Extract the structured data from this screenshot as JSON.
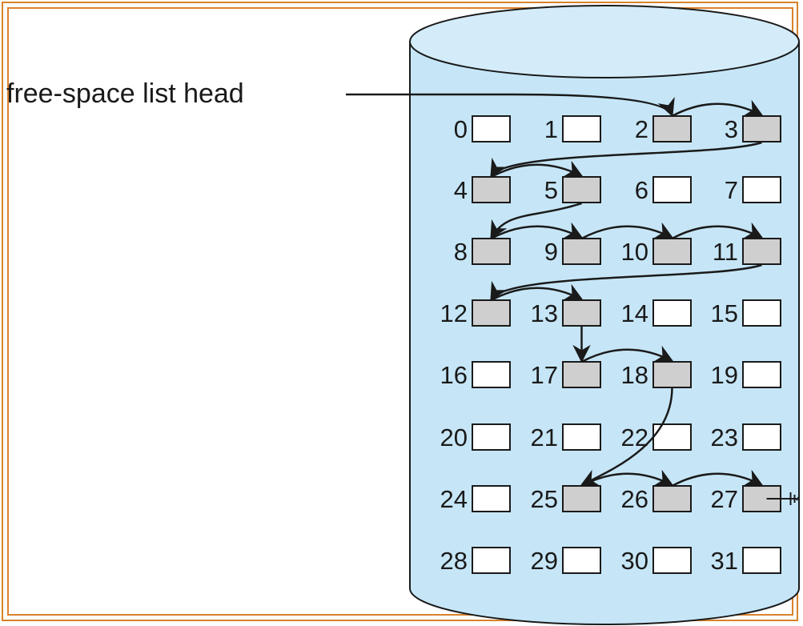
{
  "label": "free-space list head",
  "colors": {
    "border": "#d9822b",
    "cylinder_fill": "#c6e6f7",
    "cylinder_top": "#d4ecf9",
    "stroke": "#1a1a1a",
    "free_block": "#cfcfcf",
    "used_block": "#ffffff"
  },
  "blocks": [
    {
      "num": "0",
      "free": false
    },
    {
      "num": "1",
      "free": false
    },
    {
      "num": "2",
      "free": true
    },
    {
      "num": "3",
      "free": true
    },
    {
      "num": "4",
      "free": true
    },
    {
      "num": "5",
      "free": true
    },
    {
      "num": "6",
      "free": false
    },
    {
      "num": "7",
      "free": false
    },
    {
      "num": "8",
      "free": true
    },
    {
      "num": "9",
      "free": true
    },
    {
      "num": "10",
      "free": true
    },
    {
      "num": "11",
      "free": true
    },
    {
      "num": "12",
      "free": true
    },
    {
      "num": "13",
      "free": true
    },
    {
      "num": "14",
      "free": false
    },
    {
      "num": "15",
      "free": false
    },
    {
      "num": "16",
      "free": false
    },
    {
      "num": "17",
      "free": true
    },
    {
      "num": "18",
      "free": true
    },
    {
      "num": "19",
      "free": false
    },
    {
      "num": "20",
      "free": false
    },
    {
      "num": "21",
      "free": false
    },
    {
      "num": "22",
      "free": false
    },
    {
      "num": "23",
      "free": false
    },
    {
      "num": "24",
      "free": false
    },
    {
      "num": "25",
      "free": true
    },
    {
      "num": "26",
      "free": true
    },
    {
      "num": "27",
      "free": true
    },
    {
      "num": "28",
      "free": false
    },
    {
      "num": "29",
      "free": false
    },
    {
      "num": "30",
      "free": false
    },
    {
      "num": "31",
      "free": false
    }
  ],
  "links": [
    {
      "from": "2",
      "to": "3"
    },
    {
      "from": "3",
      "to": "4"
    },
    {
      "from": "4",
      "to": "5"
    },
    {
      "from": "5",
      "to": "8"
    },
    {
      "from": "8",
      "to": "9"
    },
    {
      "from": "9",
      "to": "10"
    },
    {
      "from": "10",
      "to": "11"
    },
    {
      "from": "11",
      "to": "12"
    },
    {
      "from": "12",
      "to": "13"
    },
    {
      "from": "13",
      "to": "17"
    },
    {
      "from": "17",
      "to": "18"
    },
    {
      "from": "18",
      "to": "25"
    },
    {
      "from": "25",
      "to": "26"
    },
    {
      "from": "26",
      "to": "27"
    }
  ],
  "list_tail": "27"
}
